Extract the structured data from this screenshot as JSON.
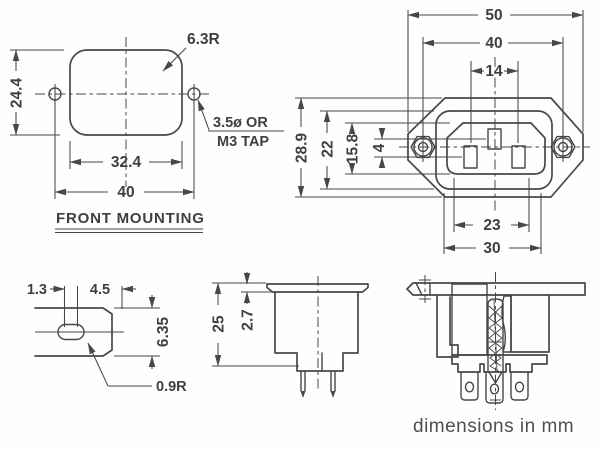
{
  "colors": {
    "ink": "#474747",
    "paper": "#ffffff"
  },
  "drawing": {
    "caption": "dimensions in mm",
    "front": {
      "label": "FRONT MOUNTING",
      "dim_height": "24.4",
      "dim_corner_radius": "6.3R",
      "dim_cutout_width": "32.4",
      "dim_hole_spacing": "40",
      "hole_note_1": "3.5ø OR",
      "hole_note_2": "M3 TAP"
    },
    "rear": {
      "dim_flange_width": "50",
      "dim_hole_spacing": "40",
      "dim_pin_spacing": "14",
      "dim_flange_height": "28.9",
      "dim_body_height": "22",
      "dim_recess_height": "15.8",
      "dim_pin_offset": "4",
      "dim_recess_width": "23",
      "dim_body_width": "30"
    },
    "terminal": {
      "dim_hole_flat": "1.3",
      "dim_hole_to_tip": "4.5",
      "dim_tab_width": "6.35",
      "dim_hole_radius": "0.9R"
    },
    "side": {
      "dim_depth": "25",
      "dim_flange_thickness": "2.7"
    }
  }
}
